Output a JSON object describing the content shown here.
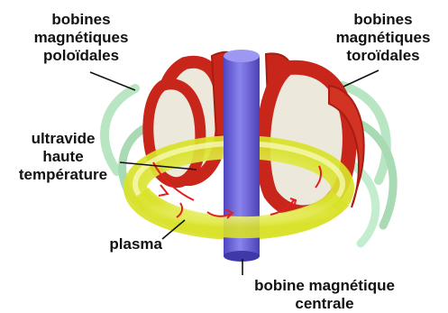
{
  "labels": {
    "poloidal": [
      "bobines",
      "magnétiques",
      "poloïdales"
    ],
    "toroidal": [
      "bobines",
      "magnétiques",
      "toroïdales"
    ],
    "vacuum": [
      "ultravide",
      "haute",
      "température"
    ],
    "plasma": "plasma",
    "central": [
      "bobine magnétique",
      "centrale"
    ]
  },
  "colors": {
    "plasma": "#e6ee3a",
    "toroidal_coil": "#c8261a",
    "toroidal_coil_inner": "#ece8dc",
    "poloidal_coil": "#b8e6c2",
    "central_solenoid": "#6f68d8",
    "field_arrows": "#e02020",
    "leader_line": "#111111"
  }
}
